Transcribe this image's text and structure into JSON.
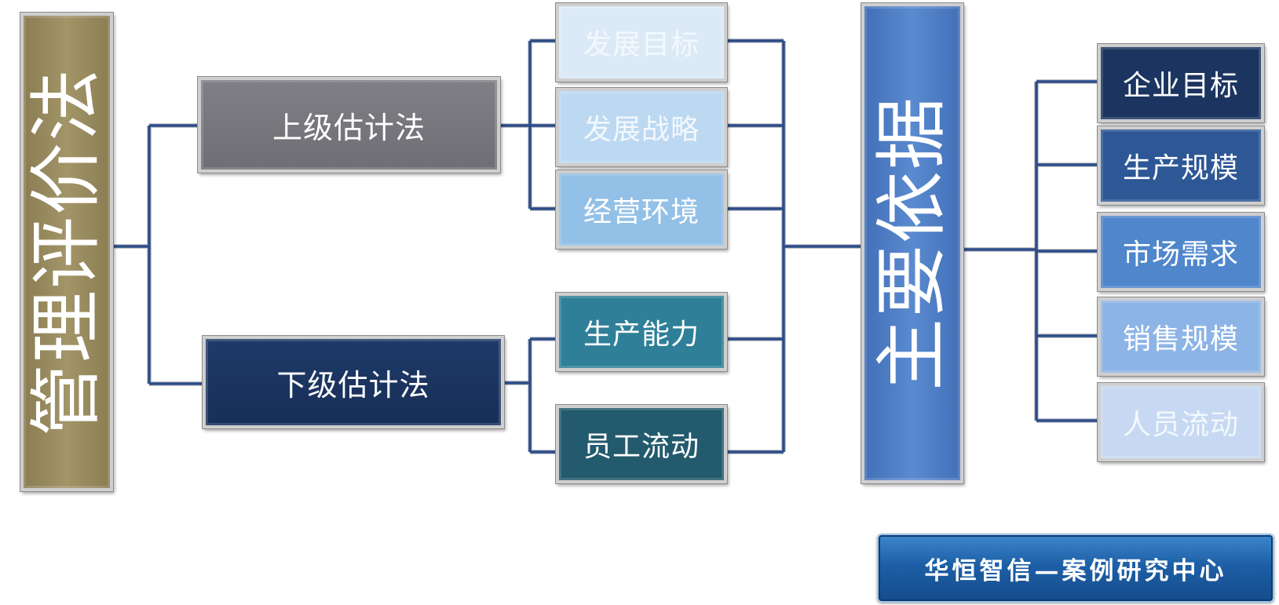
{
  "diagram": {
    "root": "管理评价法",
    "methods": [
      "上级估计法",
      "下级估计法"
    ],
    "upper_factors": [
      "发展目标",
      "发展战略",
      "经营环境"
    ],
    "lower_factors": [
      "生产能力",
      "员工流动"
    ],
    "hub": "主要依据",
    "bases": [
      "企业目标",
      "生产规模",
      "市场需求",
      "销售规模",
      "人员流动"
    ],
    "footer": "华恒智信—案例研究中心",
    "colors": {
      "root": "#9a8d60",
      "upper_method": "#76767c",
      "lower_method": "#1b3461",
      "hub": "#4f7ec4",
      "connector": "#2c4b87"
    }
  }
}
